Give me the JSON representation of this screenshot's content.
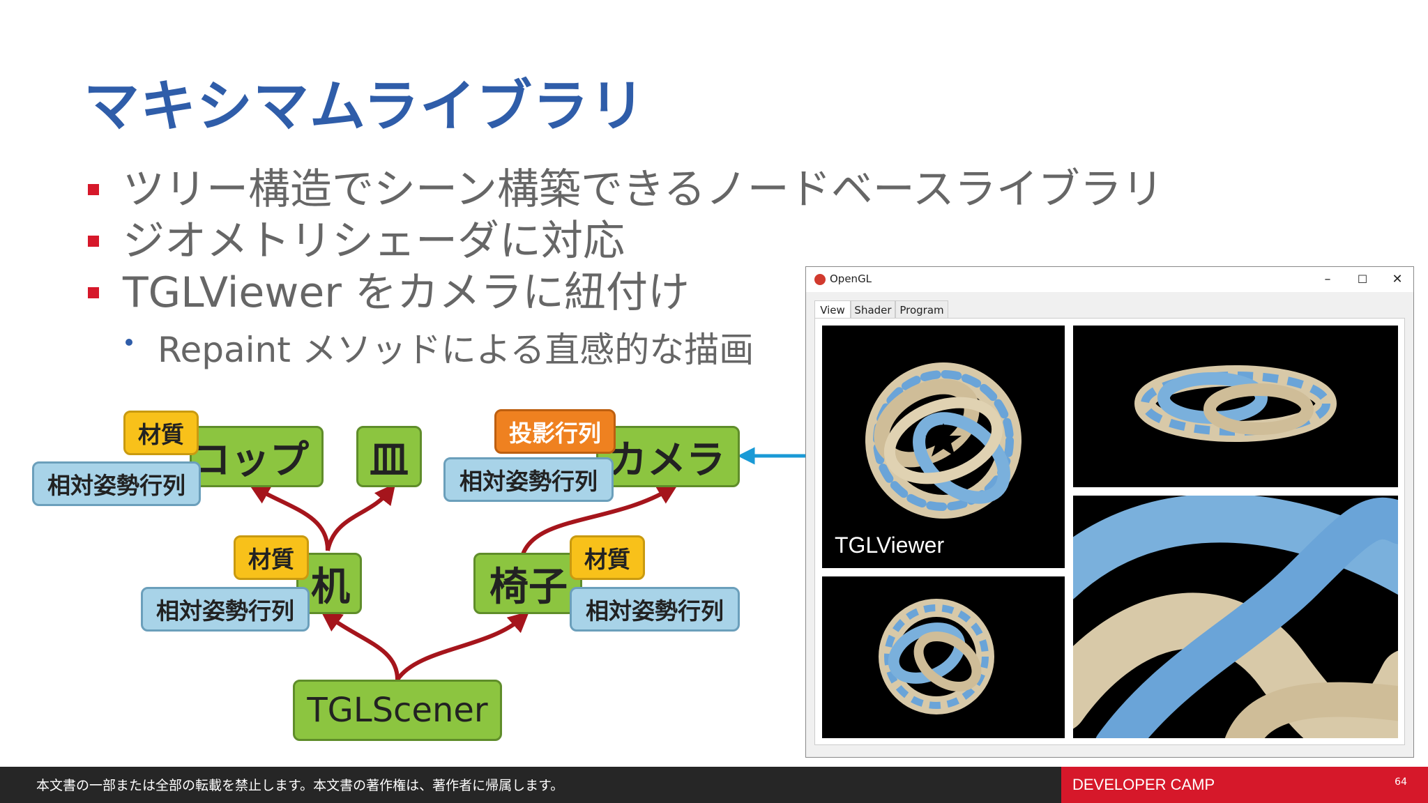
{
  "slide": {
    "title": "マキシマムライブラリ",
    "bullets": [
      "ツリー構造でシーン構築できるノードベースライブラリ",
      "ジオメトリシェーダに対応",
      "TGLViewer をカメラに紐付け"
    ],
    "sub_bullet": "Repaint メソッドによる直感的な描画"
  },
  "diagram": {
    "cup": "コップ",
    "plate": "皿",
    "camera": "カメラ",
    "desk": "机",
    "chair": "椅子",
    "root": "TGLScener",
    "material": "材質",
    "matrix": "相対姿勢行列",
    "projection": "投影行列"
  },
  "window": {
    "title": "OpenGL",
    "controls": {
      "minimize": "–",
      "maximize": "☐",
      "close": "✕"
    },
    "tabs": [
      "View",
      "Shader",
      "Program"
    ],
    "viewport_label": "TGLViewer"
  },
  "footer": {
    "copyright": "本文書の一部または全部の転載を禁止します。本文書の著作権は、著作者に帰属します。",
    "brand": "DEVELOPER CAMP",
    "page": "64"
  },
  "colors": {
    "title": "#2f5da9",
    "bullet_marker": "#d6182a",
    "node_green": "#8cc540",
    "node_blue": "#a8d3e8",
    "node_yellow": "#f8c11a",
    "node_orange": "#ef8120",
    "arrow_red": "#a5151c",
    "arrow_blue": "#1a9ad6"
  }
}
